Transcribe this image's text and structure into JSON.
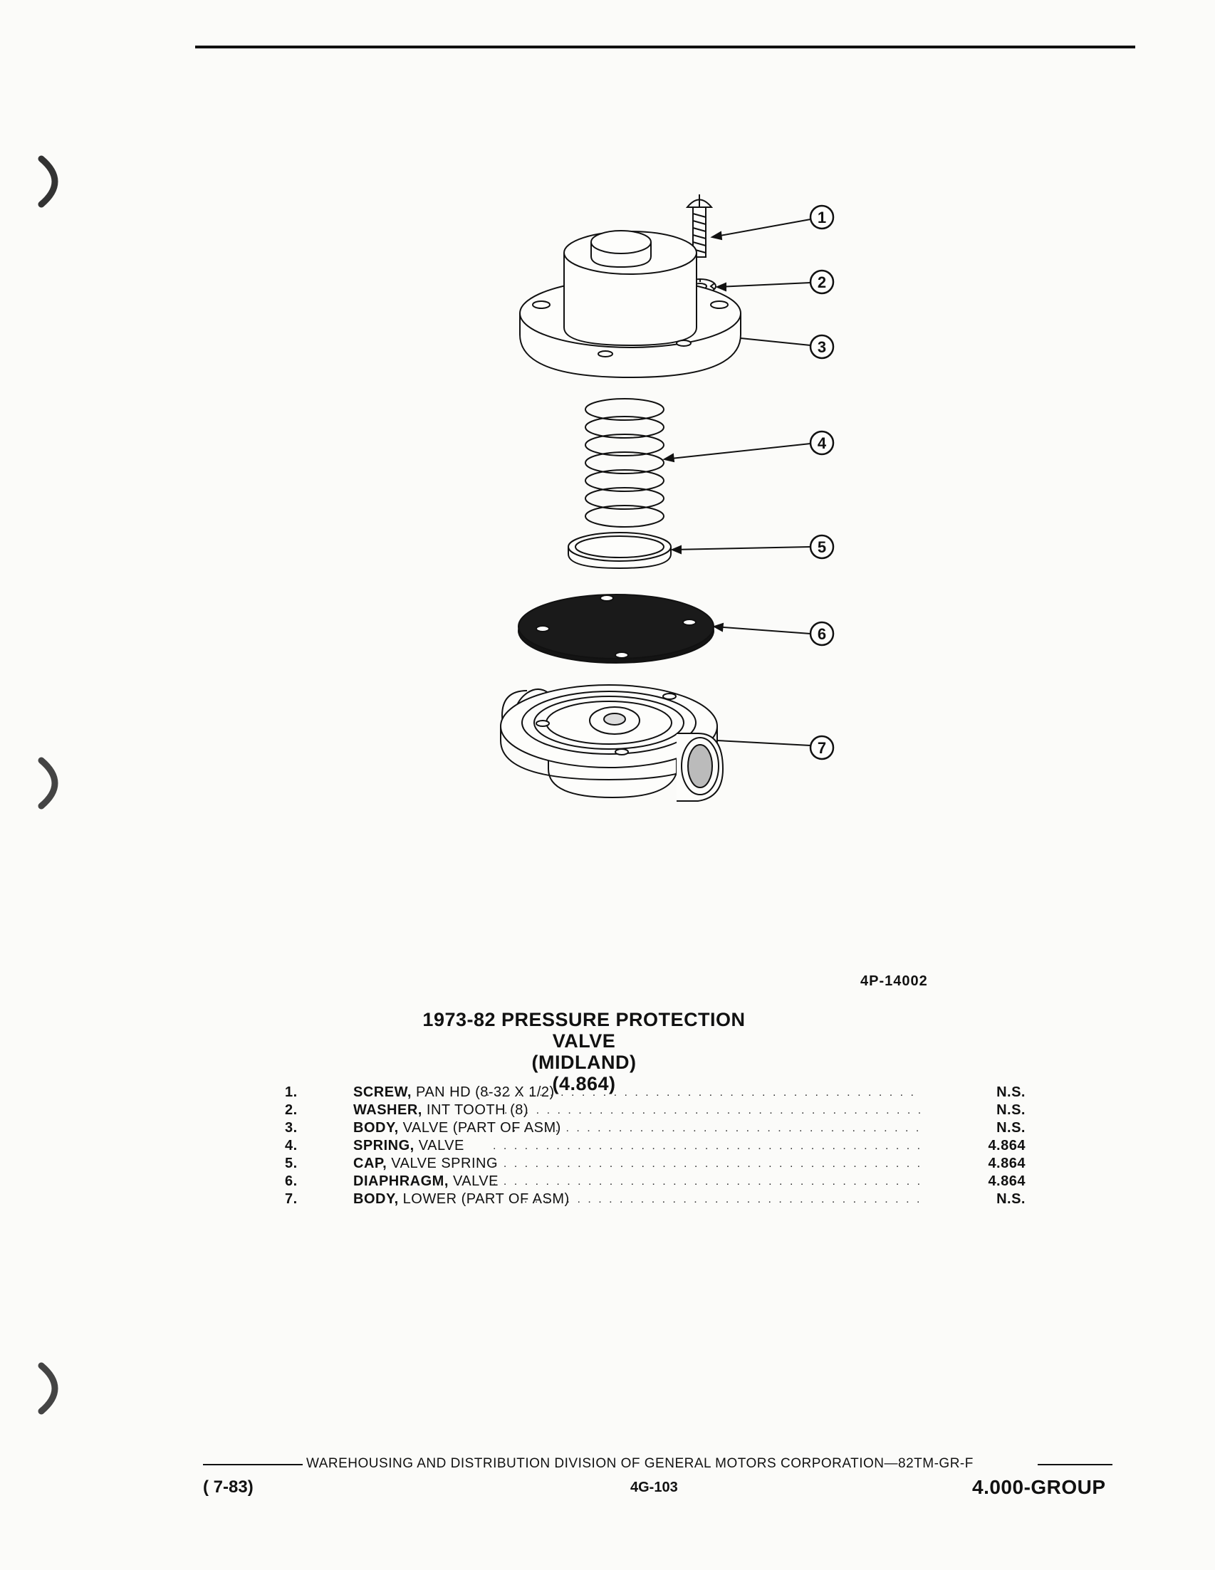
{
  "figure": {
    "code": "4P-14002",
    "callouts": [
      "1",
      "2",
      "3",
      "4",
      "5",
      "6",
      "7"
    ]
  },
  "title": {
    "line1": "1973-82 PRESSURE PROTECTION VALVE",
    "line2": "(MIDLAND)",
    "line3": "(4.864)"
  },
  "parts": [
    {
      "num": "1.",
      "name_bold": "SCREW,",
      "name_rest": " PAN HD (8-32 X 1/2)",
      "code": "N.S."
    },
    {
      "num": "2.",
      "name_bold": "WASHER,",
      "name_rest": " INT TOOTH (8)",
      "code": "N.S."
    },
    {
      "num": "3.",
      "name_bold": "BODY,",
      "name_rest": " VALVE (PART OF ASM)",
      "code": "N.S."
    },
    {
      "num": "4.",
      "name_bold": "SPRING,",
      "name_rest": " VALVE",
      "code": "4.864"
    },
    {
      "num": "5.",
      "name_bold": "CAP,",
      "name_rest": " VALVE SPRING",
      "code": "4.864"
    },
    {
      "num": "6.",
      "name_bold": "DIAPHRAGM,",
      "name_rest": " VALVE",
      "code": "4.864"
    },
    {
      "num": "7.",
      "name_bold": "BODY,",
      "name_rest": " LOWER (PART OF ASM)",
      "code": "N.S."
    }
  ],
  "footer": {
    "publisher": "WAREHOUSING AND DISTRIBUTION  DIVISION OF GENERAL MOTORS CORPORATION—82TM-GR-F",
    "date": "( 7-83)",
    "page": "4G-103",
    "group": "4.000-GROUP"
  }
}
